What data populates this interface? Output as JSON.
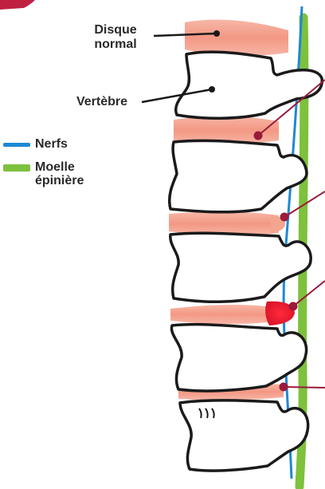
{
  "labels": {
    "disc": "Disque\nnormal",
    "vertebra": "Vertèbre"
  },
  "legend": [
    {
      "name": "nerves",
      "label": "Nerfs",
      "color": "#1e88d6"
    },
    {
      "name": "spinal-cord",
      "label": "Moelle\népinière",
      "color": "#7dc13c"
    }
  ],
  "colors": {
    "disc": "#f3a08c",
    "disc_stroke": "#e98a78",
    "herniation": "#e5182f",
    "pointer": "#9a1b3a",
    "outline": "#1a1a1a"
  }
}
